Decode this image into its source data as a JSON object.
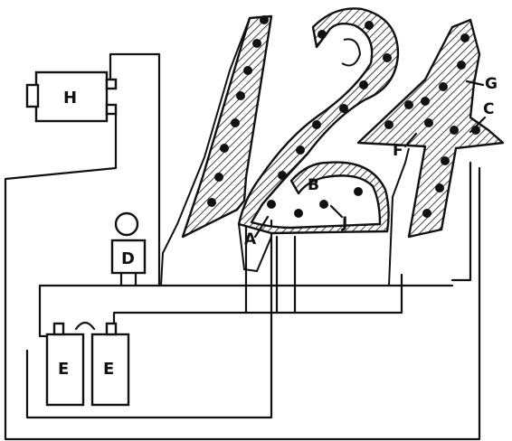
{
  "labels": {
    "A": "A",
    "B": "B",
    "C": "C",
    "D": "D",
    "E1": "E",
    "E2": "E",
    "F": "F",
    "G": "G",
    "H": "H",
    "J": "J"
  }
}
